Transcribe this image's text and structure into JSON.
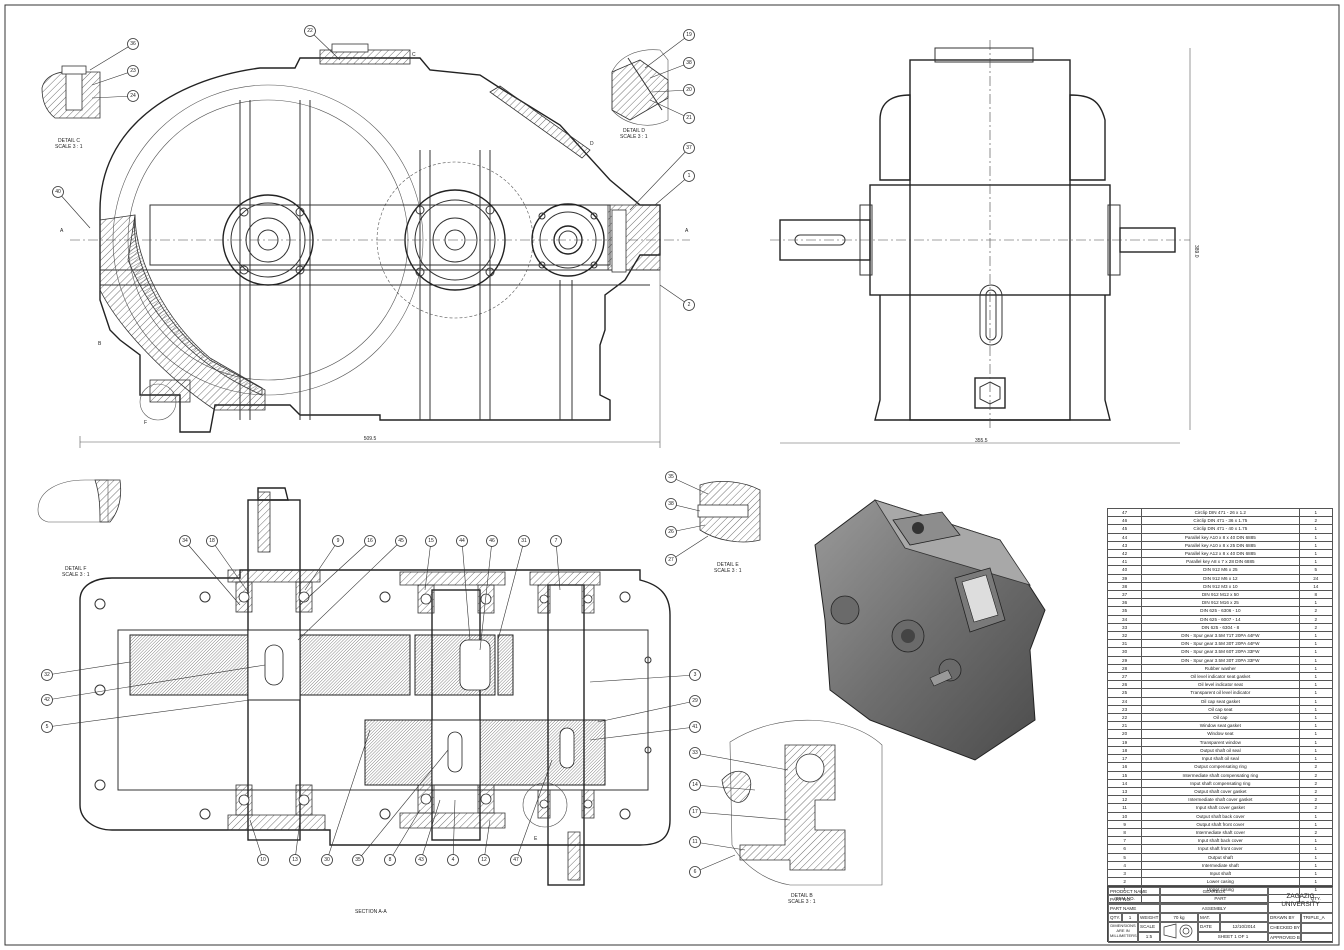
{
  "balloons": {
    "v1": [
      "22",
      "19",
      "38",
      "20",
      "21",
      "37",
      "1",
      "40",
      "2",
      "36",
      "23",
      "24"
    ],
    "vs": [
      "34",
      "18",
      "9",
      "16",
      "45",
      "15",
      "44",
      "46",
      "31",
      "7",
      "32",
      "42",
      "5",
      "3",
      "29",
      "41",
      "10",
      "13",
      "30",
      "35",
      "8",
      "43",
      "4",
      "12",
      "47"
    ],
    "vd": [
      "35",
      "38",
      "26",
      "27",
      "33",
      "14",
      "17",
      "11",
      "6"
    ]
  },
  "details": {
    "c_title": "DETAIL C",
    "c_scale": "SCALE 3 : 1",
    "d_title": "DETAIL D",
    "d_scale": "SCALE 3 : 1",
    "f_title": "DETAIL F",
    "f_scale": "SCALE 3 : 1",
    "e_title": "DETAIL E",
    "e_scale": "SCALE 3 : 1",
    "b_title": "DETAIL B",
    "b_scale": "SCALE 3 : 1",
    "section": "SECTION A-A"
  },
  "dims": {
    "front_width": "509.5",
    "side_width": "355.5",
    "side_height": "389.0"
  },
  "view_letters": {
    "a1": "A",
    "a2": "A",
    "c": "C",
    "d": "D",
    "b": "B",
    "f": "F",
    "e": "E"
  },
  "bom": [
    [
      "47",
      "Circlip DIN 471 - 26 x 1.2",
      "1"
    ],
    [
      "46",
      "Circlip DIN 471 - 36 x 1.75",
      "2"
    ],
    [
      "45",
      "Circlip DIN 471 - 40 x 1.75",
      "1"
    ],
    [
      "44",
      "Parallel key A10 x 8 x 40 DIN 6885",
      "1"
    ],
    [
      "43",
      "Parallel key A10 x 8 x 25 DIN 6885",
      "1"
    ],
    [
      "42",
      "Parallel key A12 x 8 x 40 DIN 6885",
      "1"
    ],
    [
      "41",
      "Parallel key A8 x 7 x 28 DIN 6885",
      "1"
    ],
    [
      "40",
      "DIN 912 M6 x 25",
      "5"
    ],
    [
      "39",
      "DIN 912 M6 x 12",
      "24"
    ],
    [
      "38",
      "DIN 912 M3 x 10",
      "14"
    ],
    [
      "37",
      "DIN 912 M12 x 50",
      "8"
    ],
    [
      "36",
      "DIN 912 M16 x 25",
      "1"
    ],
    [
      "35",
      "DIN 625 - 6306 - 10",
      "2"
    ],
    [
      "34",
      "DIN 625 - 6007 - 14",
      "2"
    ],
    [
      "33",
      "DIN 625 - 6304 - 8",
      "2"
    ],
    [
      "32",
      "DIN - Spur gear 3.5M 71T 20PA 44FW",
      "1"
    ],
    [
      "31",
      "DIN - Spur gear 3.5M 30T 20PA 44FW",
      "1"
    ],
    [
      "30",
      "DIN - Spur gear 3.5M 60T 20PA 33FW",
      "1"
    ],
    [
      "29",
      "DIN - Spur gear 3.5M 30T 20PA 33FW",
      "1"
    ],
    [
      "28",
      "Rubber washer",
      "1"
    ],
    [
      "27",
      "Oil level indicator seat gasket",
      "1"
    ],
    [
      "26",
      "Oil level indicator seat",
      "1"
    ],
    [
      "25",
      "Transparent oil level indicator",
      "1"
    ],
    [
      "24",
      "Oil cap seat gasket",
      "1"
    ],
    [
      "23",
      "Oil cap seat",
      "1"
    ],
    [
      "22",
      "Oil cap",
      "1"
    ],
    [
      "21",
      "Window seat gasket",
      "1"
    ],
    [
      "20",
      "Window seat",
      "1"
    ],
    [
      "19",
      "Transparent window",
      "1"
    ],
    [
      "18",
      "Output shaft oil seal",
      "1"
    ],
    [
      "17",
      "Input shaft oil seal",
      "1"
    ],
    [
      "16",
      "Output compensating ring",
      "2"
    ],
    [
      "15",
      "Intermediate shaft compensating ring",
      "2"
    ],
    [
      "14",
      "Input shaft compensating ring",
      "2"
    ],
    [
      "13",
      "Output shaft cover gasket",
      "2"
    ],
    [
      "12",
      "Intermediate shaft cover gasket",
      "2"
    ],
    [
      "11",
      "Input shaft cover gasket",
      "2"
    ],
    [
      "10",
      "Output shaft back cover",
      "1"
    ],
    [
      "9",
      "Output shaft front cover",
      "1"
    ],
    [
      "8",
      "Intermediate shaft cover",
      "2"
    ],
    [
      "7",
      "Input shaft back cover",
      "1"
    ],
    [
      "6",
      "Input shaft front cover",
      "1"
    ],
    [
      "5",
      "Output shaft",
      "1"
    ],
    [
      "4",
      "Intermediate shaft",
      "1"
    ],
    [
      "3",
      "Input shaft",
      "1"
    ],
    [
      "2",
      "Lower casing",
      "1"
    ],
    [
      "1",
      "Upper casing",
      "1"
    ]
  ],
  "bom_header": {
    "item": "ITEM NO.",
    "part": "PART",
    "qty": "QTY."
  },
  "title_block": {
    "product_name_label": "PRODUCT NAME",
    "product_name": "GEARBOX",
    "part_no_label": "PART NO.",
    "part_no": "",
    "part_name_label": "PART NAME",
    "part_name": "ASSEMBLY",
    "university": "ZAGAZIG UNIVERSITY",
    "qty_label": "QTY.",
    "qty": "1",
    "weight_label": "WEIGHT",
    "weight": "70 kg",
    "mat_label": "MAT.",
    "mat": "",
    "dims_note": "DIMENSIONS ARE IN MILLIMETERS",
    "scale_label": "SCALE",
    "scale": "1:5",
    "date_label": "DATE",
    "date": "12/10/2014",
    "sheet": "SHEET 1 OF 1",
    "drawn_by_label": "DRAWN BY",
    "drawn_by": "TRIPLE_A",
    "checked_by_label": "CHECKED BY",
    "checked_by": "",
    "approved_by_label": "APPROVED BY",
    "approved_by": ""
  }
}
